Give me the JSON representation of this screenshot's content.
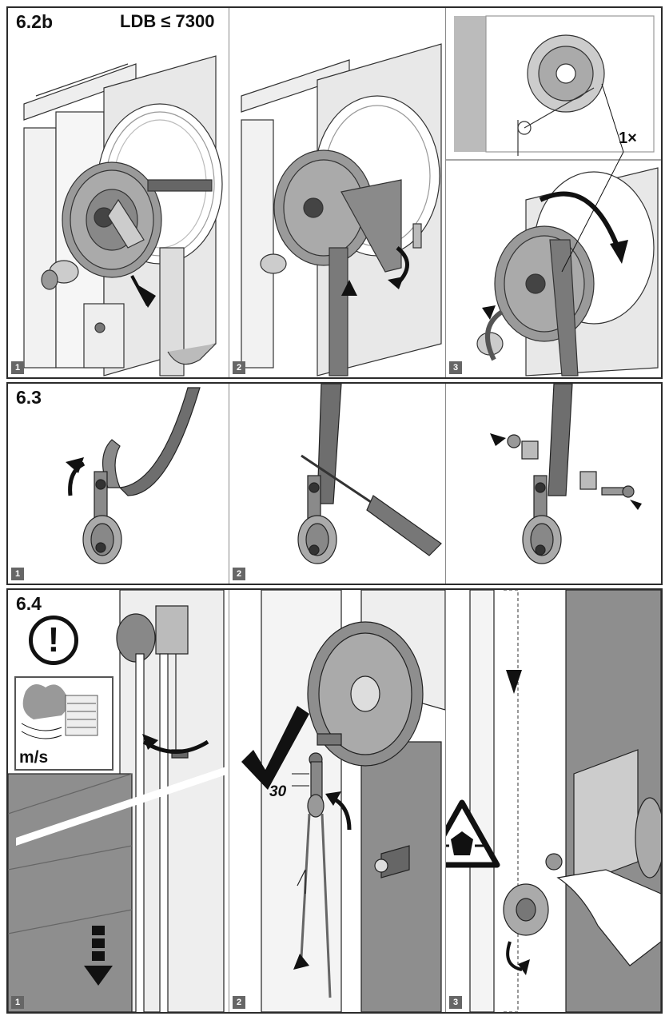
{
  "sections": [
    {
      "id": "6.2b",
      "title": "6.2b",
      "note": "LDB ≤ 7300",
      "panels": [
        {
          "step": "1"
        },
        {
          "step": "2"
        },
        {
          "step": "3",
          "callout": "1×"
        }
      ]
    },
    {
      "id": "6.3",
      "title": "6.3",
      "panels": [
        {
          "step": "1"
        },
        {
          "step": "2"
        },
        {
          "step": ""
        }
      ]
    },
    {
      "id": "6.4",
      "title": "6.4",
      "panels": [
        {
          "step": "1",
          "unit_label": "m/s"
        },
        {
          "step": "2",
          "dimension": "30"
        },
        {
          "step": "3"
        }
      ]
    }
  ],
  "icons": [
    "warning-exclamation-icon",
    "wind-speed-icon",
    "checkmark-icon",
    "crush-hazard-icon"
  ]
}
